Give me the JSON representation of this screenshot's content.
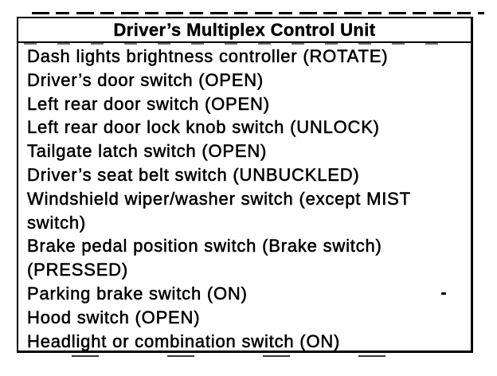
{
  "table": {
    "title": "Driver’s Multiplex Control Unit",
    "rows": [
      "Dash lights brightness controller (ROTATE)",
      "Driver’s door switch (OPEN)",
      "Left rear door switch (OPEN)",
      "Left rear door lock knob switch (UNLOCK)",
      "Tailgate latch switch (OPEN)",
      "Driver’s seat belt switch (UNBUCKLED)",
      "Windshield wiper/washer switch (except MIST switch)",
      "Brake pedal position switch (Brake switch) (PRESSED)",
      "Parking brake switch (ON)",
      "Hood switch (OPEN)",
      "Headlight or combination switch (ON)"
    ],
    "colors": {
      "ink": "#000000",
      "paper": "#ffffff"
    }
  }
}
